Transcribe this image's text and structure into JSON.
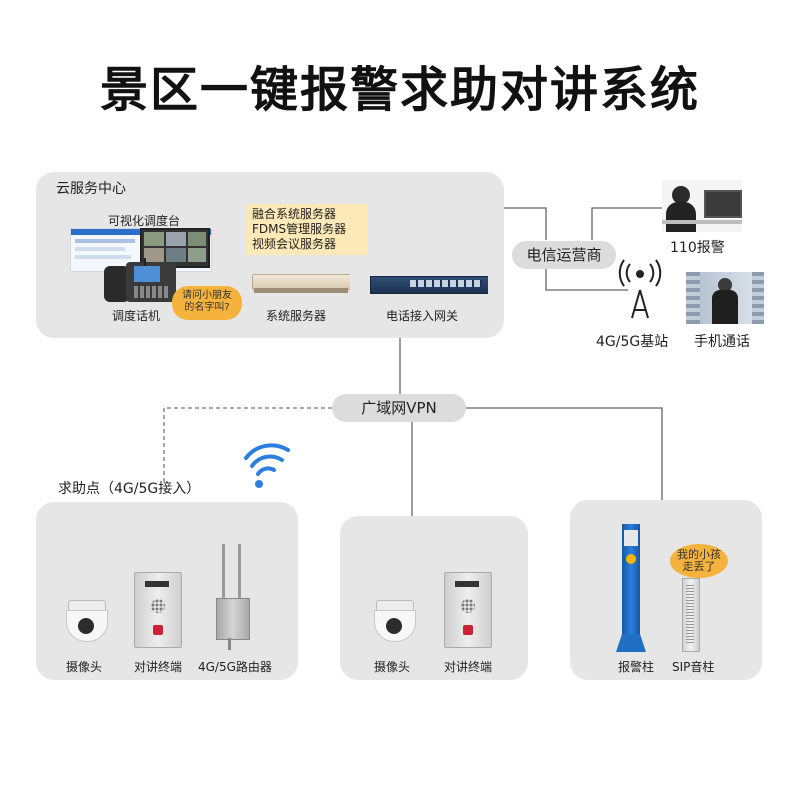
{
  "title": "景区一键报警求助对讲系统",
  "cloud": {
    "label": "云服务中心",
    "console_label": "可视化调度台",
    "dispatch_phone_label": "调度话机",
    "bubble_text": "请问小朋友的名字叫?",
    "servers_note": [
      "融合系统服务器",
      "FDMS管理服务器",
      "视频会议服务器"
    ],
    "system_server_label": "系统服务器",
    "gateway_label": "电话接入网关"
  },
  "carrier": {
    "label": "电信运营商"
  },
  "police": {
    "label": "110报警"
  },
  "base_station": {
    "label": "4G/5G基站"
  },
  "mobile": {
    "label": "手机通话"
  },
  "vpn": {
    "label": "广域网VPN"
  },
  "help_point": {
    "label": "求助点（4G/5G接入）"
  },
  "site1": {
    "camera_label": "摄像头",
    "intercom_label": "对讲终端",
    "router_label": "4G/5G路由器"
  },
  "site2": {
    "camera_label": "摄像头",
    "intercom_label": "对讲终端"
  },
  "site3": {
    "pillar_label": "报警柱",
    "speaker_label": "SIP音柱",
    "bubble_text": "我的小孩走丢了"
  },
  "colors": {
    "panel": "#e6e6e6",
    "pill": "#dcdcdc",
    "bubble": "#f5b23c",
    "note": "#fde9b7",
    "wifi": "#2a7fe0",
    "pillar": "#1f6fc4"
  }
}
